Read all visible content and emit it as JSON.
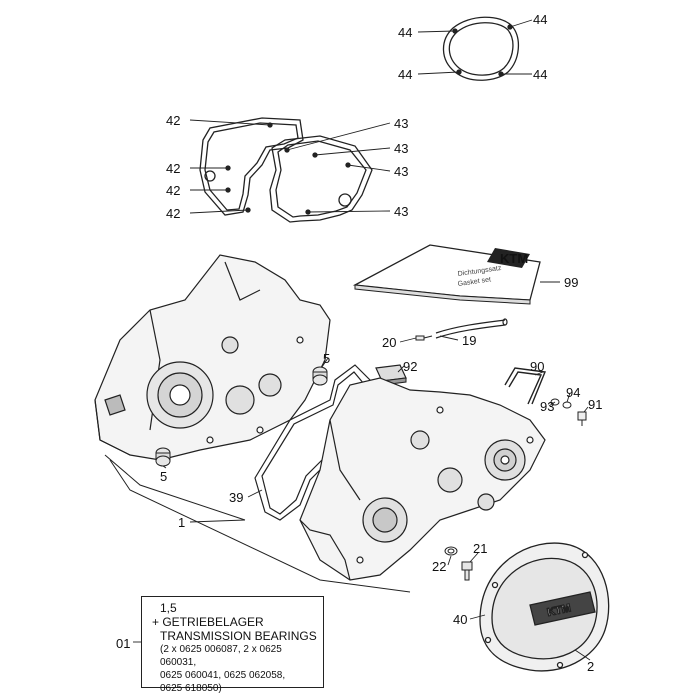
{
  "callouts": {
    "n44a": "44",
    "n44b": "44",
    "n44c": "44",
    "n44d": "44",
    "n42a": "42",
    "n42b": "42",
    "n42c": "42",
    "n42d": "42",
    "n43a": "43",
    "n43b": "43",
    "n43c": "43",
    "n43d": "43",
    "n99": "99",
    "n20": "20",
    "n19": "19",
    "n5a": "5",
    "n5b": "5",
    "n92": "92",
    "n90": "90",
    "n94": "94",
    "n93": "93",
    "n91": "91",
    "n39": "39",
    "n1": "1",
    "n21": "21",
    "n22": "22",
    "n40": "40",
    "n2": "2"
  },
  "note": {
    "id": "01",
    "qty": "1,5",
    "line_de": "+ GETRIEBELAGER",
    "line_en": "TRANSMISSION BEARINGS",
    "parts": [
      "(2 x 0625 006087, 2 x 0625 060031,",
      "0625 060041, 0625 062058,",
      "0625 618050)"
    ]
  },
  "sticker": {
    "logo": "KTM",
    "line1": "Dichtungssatz",
    "line2": "Gasket set"
  },
  "cover_logo": "KTM"
}
